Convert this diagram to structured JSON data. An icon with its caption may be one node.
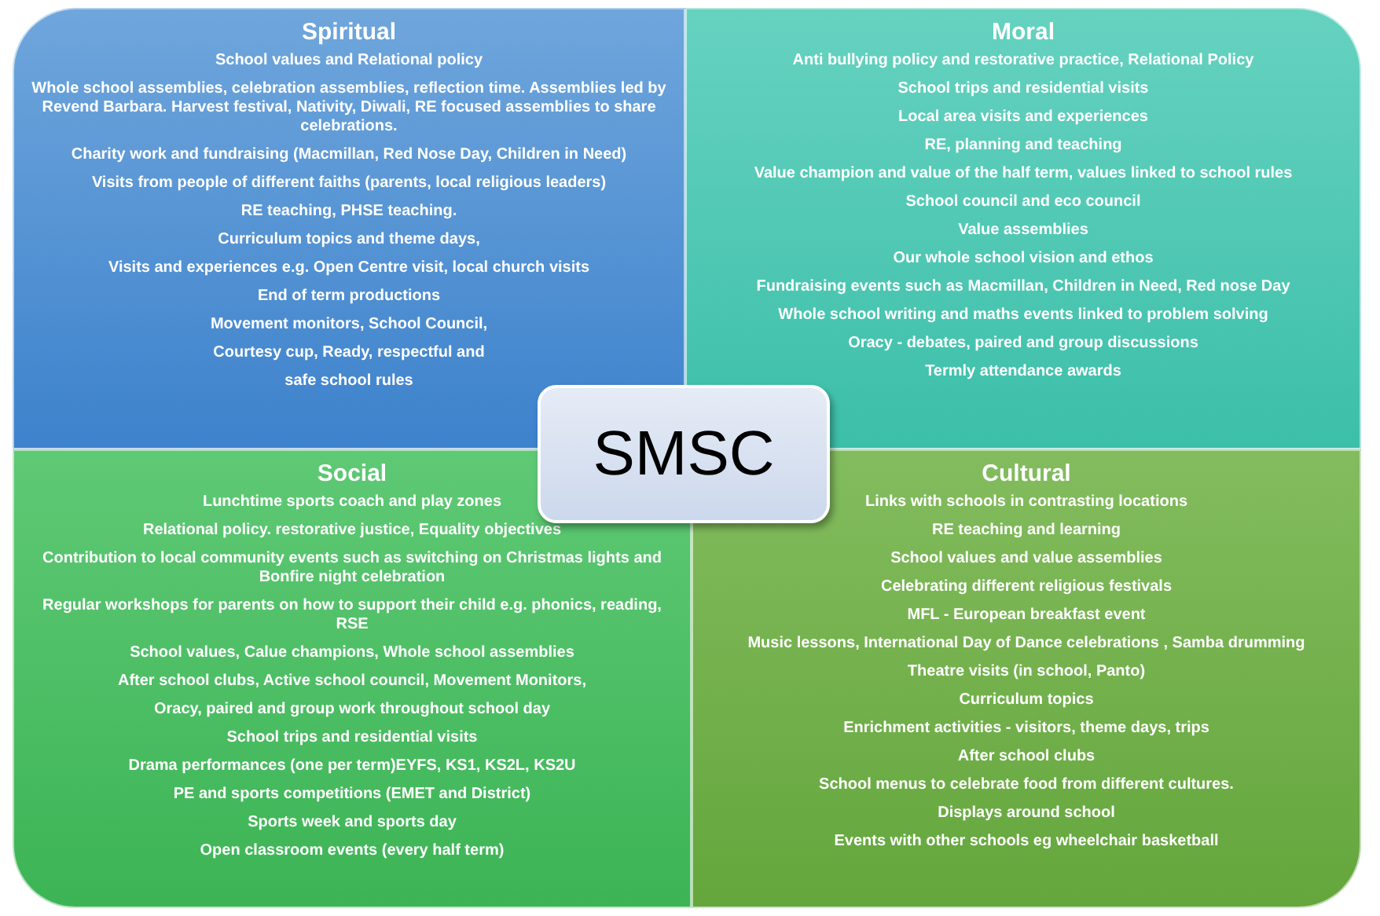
{
  "diagram": {
    "nodes": [
      {
        "text": [
          "Spiritual",
          "School values and Relational policy",
          "Whole school assemblies, celebration assemblies, reflection time. Assemblies led by Revend Barbara. Harvest festival, Nativity, Diwali, RE focused assemblies to share celebrations.",
          "Charity work and fundraising (Macmillan, Red Nose Day, Children in Need)",
          "Visits from people of different faiths (parents, local religious leaders)",
          "RE teaching, PHSE teaching.",
          "Curriculum topics and theme days,",
          "Visits and experiences e.g. Open Centre visit, local church visits",
          "End of term productions",
          "Movement monitors, School Council,",
          "Courtesy cup, Ready, respectful and",
          "safe school rules"
        ]
      },
      {
        "text": [
          "Moral",
          "Anti bullying policy and restorative practice, Relational Policy",
          "School trips and residential visits",
          "Local area visits and experiences",
          "RE, planning and teaching",
          "Value champion and value of the half term, values linked to school rules",
          "School council and eco council",
          "Value assemblies",
          "Our whole school vision and ethos",
          "Fundraising events such as Macmillan, Children in Need, Red nose Day",
          "Whole school writing and maths events linked to problem solving",
          "Oracy - debates, paired and group discussions",
          "Termly attendance awards"
        ]
      },
      {
        "text": [
          "SMSC"
        ]
      },
      {
        "text": [
          "Social",
          "Lunchtime sports coach and play zones",
          "Relational policy. restorative justice, Equality objectives",
          "Contribution to local community events such as switching on Christmas lights and Bonfire night celebration",
          "Regular workshops for parents on how to support their child e.g. phonics, reading, RSE",
          "School values, Calue champions, Whole school assemblies",
          "After school clubs, Active school council, Movement Monitors,",
          "Oracy, paired and group work throughout school day",
          "School trips and residential visits",
          "Drama performances (one per term)EYFS, KS1, KS2L, KS2U",
          "PE and sports competitions (EMET and District)",
          "Sports week and sports day",
          "Open classroom events (every half term)"
        ]
      },
      {
        "text": [
          "Cultural",
          "Links with schools in contrasting locations",
          "RE teaching and learning",
          "School values and value assemblies",
          "Celebrating different religious festivals",
          "MFL - European breakfast event",
          "Music lessons, International Day of Dance celebrations , Samba drumming",
          "Theatre visits (in school, Panto)",
          "Curriculum topics",
          "Enrichment activities - visitors, theme days, trips",
          "After school clubs",
          "School menus to celebrate food from different cultures.",
          "Displays around school",
          "Events with other schools eg wheelchair basketball"
        ]
      }
    ]
  }
}
